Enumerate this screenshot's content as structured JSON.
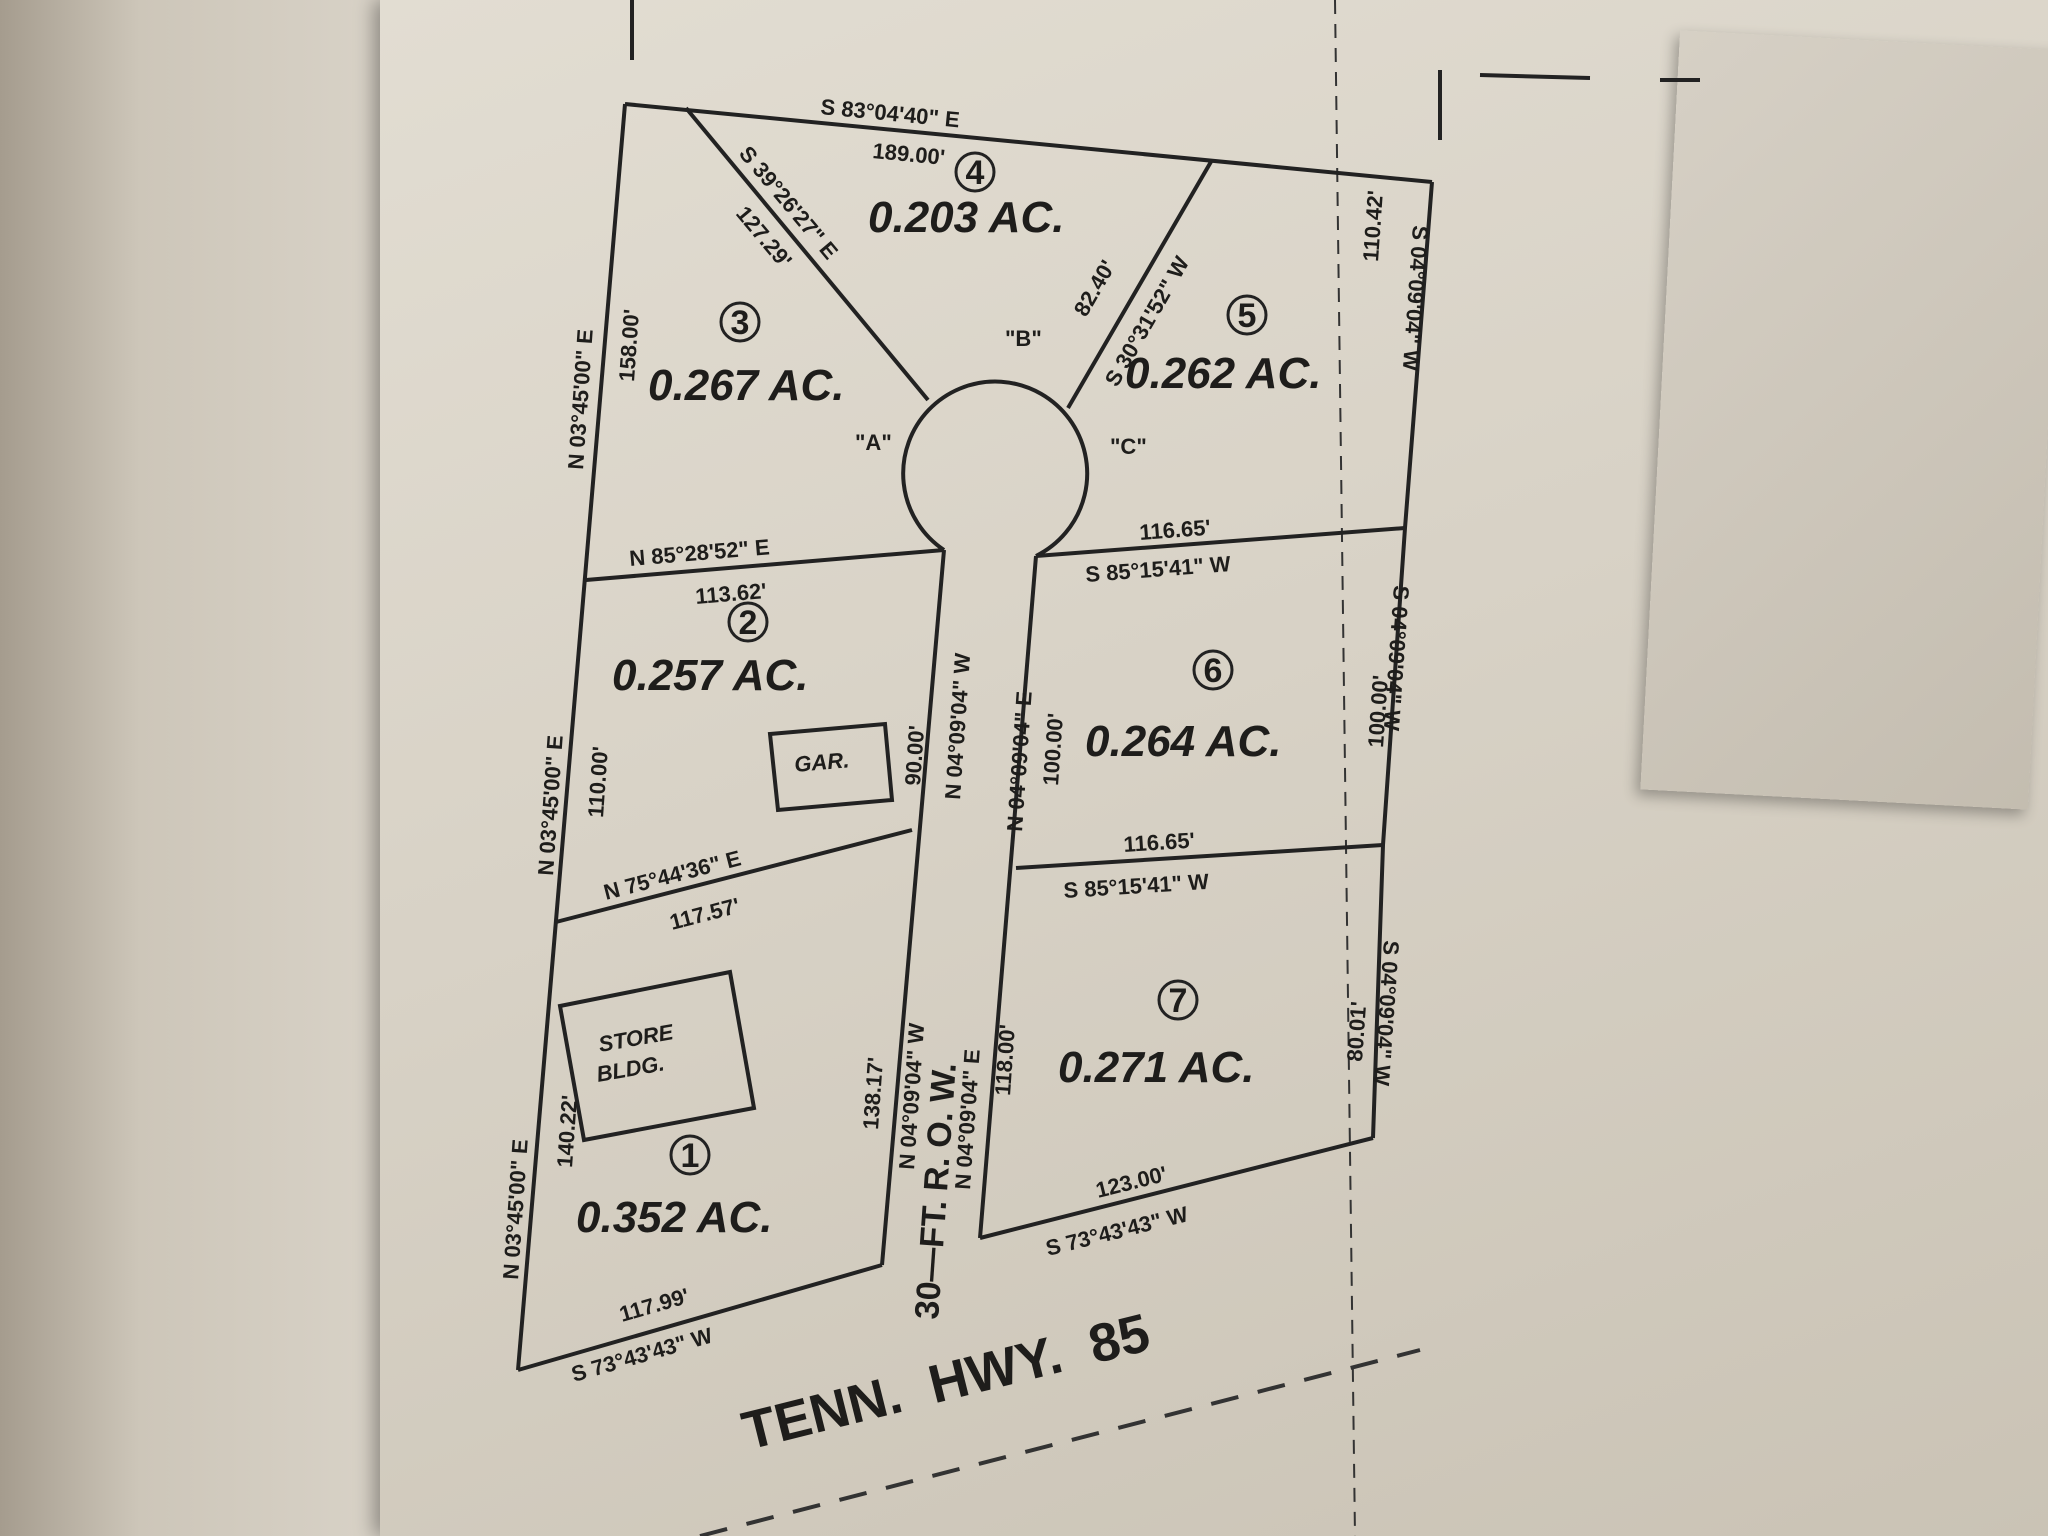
{
  "road": {
    "name": "TENN.  HWY.  85",
    "row_label": "30—FT.  R. O. W."
  },
  "cul_de_sac": {
    "label_a": "\"A\"",
    "label_b": "\"B\"",
    "label_c": "\"C\""
  },
  "lots": [
    {
      "number": "1",
      "area": "0.352  AC."
    },
    {
      "number": "2",
      "area": "0.257  AC."
    },
    {
      "number": "3",
      "area": "0.267  AC."
    },
    {
      "number": "4",
      "area": "0.203  AC."
    },
    {
      "number": "5",
      "area": "0.262  AC."
    },
    {
      "number": "6",
      "area": "0.264  AC."
    },
    {
      "number": "7",
      "area": "0.271  AC."
    }
  ],
  "buildings": {
    "store": [
      "STORE",
      "BLDG."
    ],
    "garage": "GAR."
  },
  "bearings": {
    "top_bearing": "S  83°04'40\"  E",
    "top_distance": "189.00'",
    "diag_left_bearing": "S  39°26'27\"  E",
    "diag_left_distance": "127.29'",
    "diag_right_bearing": "S  30°31'52\"  W",
    "diag_right_distance": "82.40'",
    "right_top_bearing": "S  04°09'04\"  W",
    "right_top_distance": "110.42'",
    "left_lot3_bearing": "N  03°45'00\"  E",
    "left_lot3_distance": "158.00'",
    "lot3_south_bearing": "N  85°28'52\"  E",
    "lot3_south_distance": "113.62'",
    "lot5_south_distance": "116.65'",
    "lot5_south_bearing": "S  85°15'41\"  W",
    "left_lot2_bearing": "N  03°45'00\"  E",
    "left_lot2_distance": "110.00'",
    "row_w_upper_bearing": "N  04°09'04\"  W",
    "row_w_upper_distance": "90.00'",
    "row_e_upper_bearing": "N  04°09'04\"  E",
    "row_e_upper_distance": "100.00'",
    "right_mid_bearing": "S  04°09'04\"  W",
    "right_mid_distance": "100.00'",
    "lot2_south_bearing": "N  75°44'36\"  E",
    "lot2_south_distance": "117.57'",
    "lot6_south_distance": "116.65'",
    "lot6_south_bearing": "S  85°15'41\"  W",
    "left_lot1_bearing": "N  03°45'00\"  E",
    "left_lot1_distance": "140.22'",
    "row_w_lower_bearing": "N  04°09'04\"  W",
    "row_w_lower_distance": "138.17'",
    "row_e_lower_bearing": "N  04°09'04\"  E",
    "row_e_lower_distance": "118.00'",
    "right_low_bearing": "S  04°09'04\"  W",
    "right_low_distance": "80.01'",
    "lot1_south_distance": "117.99'",
    "lot1_south_bearing": "S  73°43'43\"  W",
    "lot7_south_distance": "123.00'",
    "lot7_south_bearing": "S  73°43'43\"  W"
  }
}
